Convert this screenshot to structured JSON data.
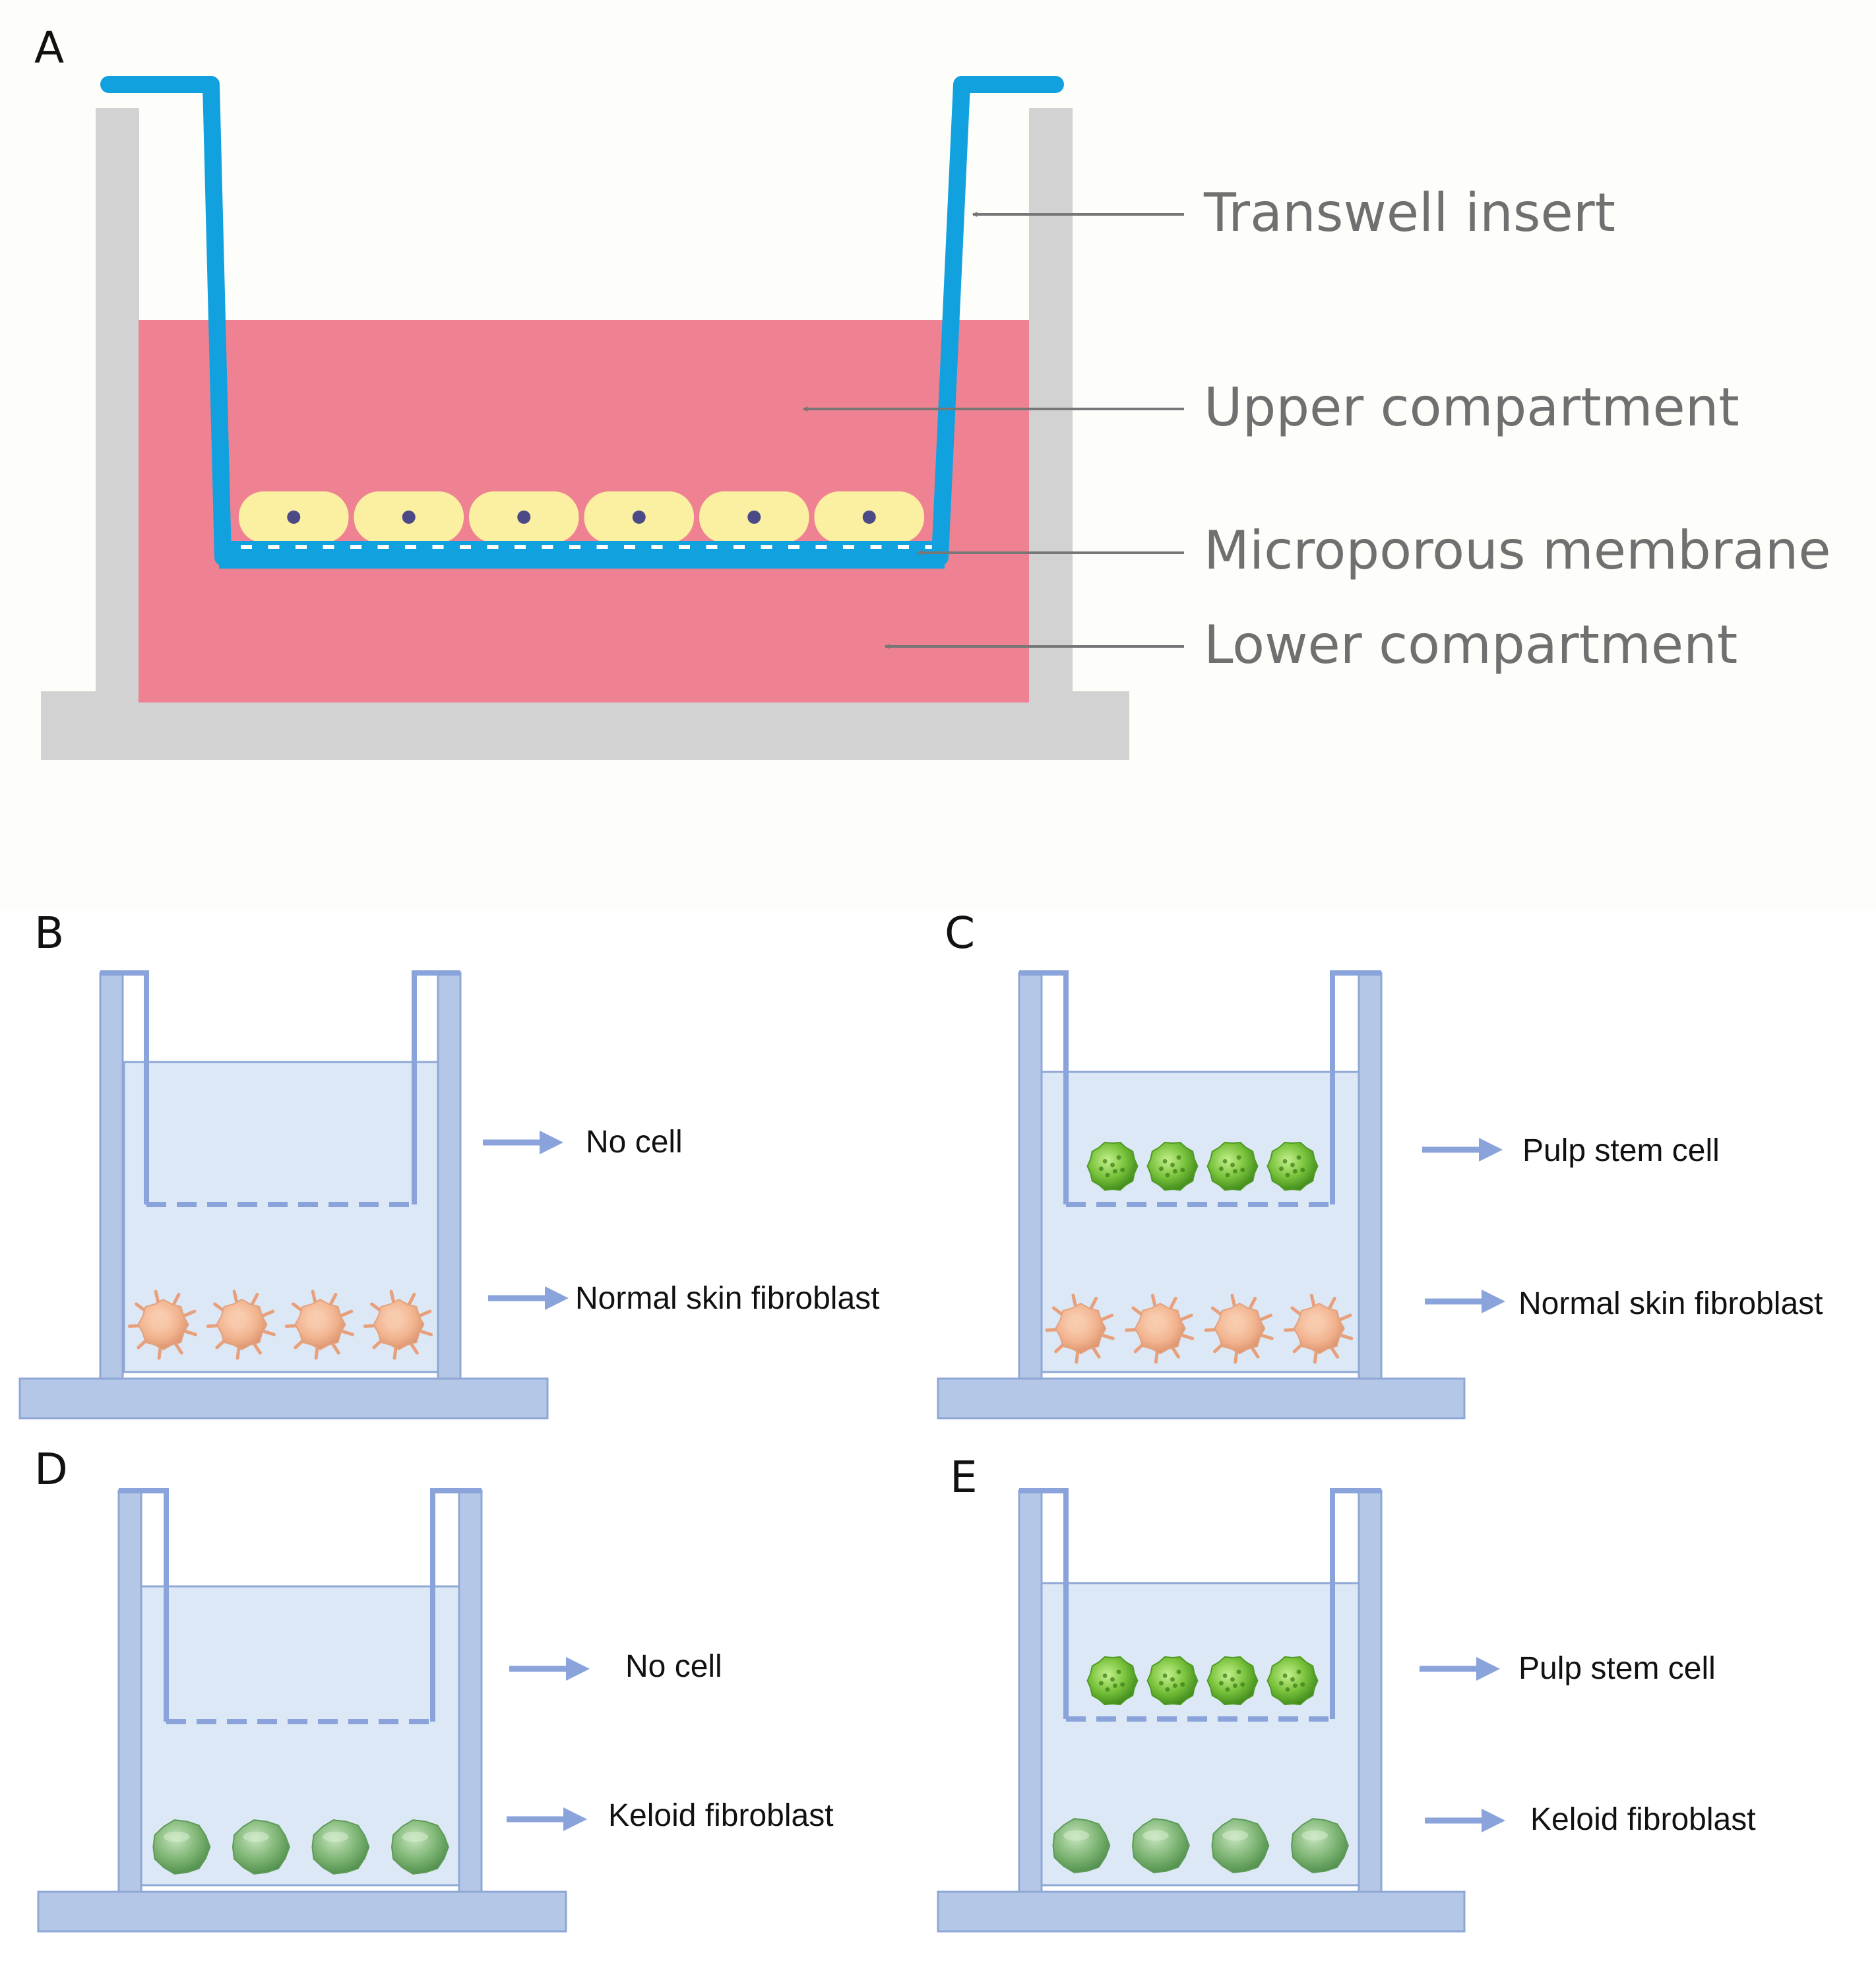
{
  "panels": {
    "a": {
      "letter": "A",
      "labels": {
        "transwell_insert": "Transwell insert",
        "upper_compartment": "Upper compartment",
        "microporous_membrane": "Microporous membrane",
        "lower_compartment": "Lower compartment"
      },
      "colors": {
        "well": "#d2d2d2",
        "medium": "#ef8292",
        "insert": "#12a1df",
        "cell": "#fbf0a1",
        "nucleus": "#4b4a86",
        "arrow": "#777777",
        "background": "#fdfdfa"
      },
      "cell_count": 6
    },
    "b": {
      "letter": "B",
      "upper_label": "No cell",
      "lower_label": "Normal skin fibroblast",
      "upper_cells": 0,
      "lower_cells": 4,
      "lower_cell_type": "fibroblast"
    },
    "c": {
      "letter": "C",
      "upper_label": "Pulp stem cell",
      "lower_label": "Normal skin fibroblast",
      "upper_cells": 4,
      "lower_cells": 4,
      "lower_cell_type": "fibroblast"
    },
    "d": {
      "letter": "D",
      "upper_label": "No cell",
      "lower_label": "Keloid fibroblast",
      "upper_cells": 0,
      "lower_cells": 4,
      "lower_cell_type": "keloid"
    },
    "e": {
      "letter": "E",
      "upper_label": "Pulp stem cell",
      "lower_label": "Keloid fibroblast",
      "upper_cells": 4,
      "lower_cells": 4,
      "lower_cell_type": "keloid"
    }
  },
  "colors": {
    "well_fill": "#b4c7e7",
    "well_stroke": "#8ea7d4",
    "medium": "#dde8f6",
    "insert_line": "#8aa4db",
    "label_arrow": "#8aa4db",
    "fibroblast": "#f2b48f",
    "pulp_stem_cell": "#79c23b",
    "keloid": "#7fb676"
  }
}
